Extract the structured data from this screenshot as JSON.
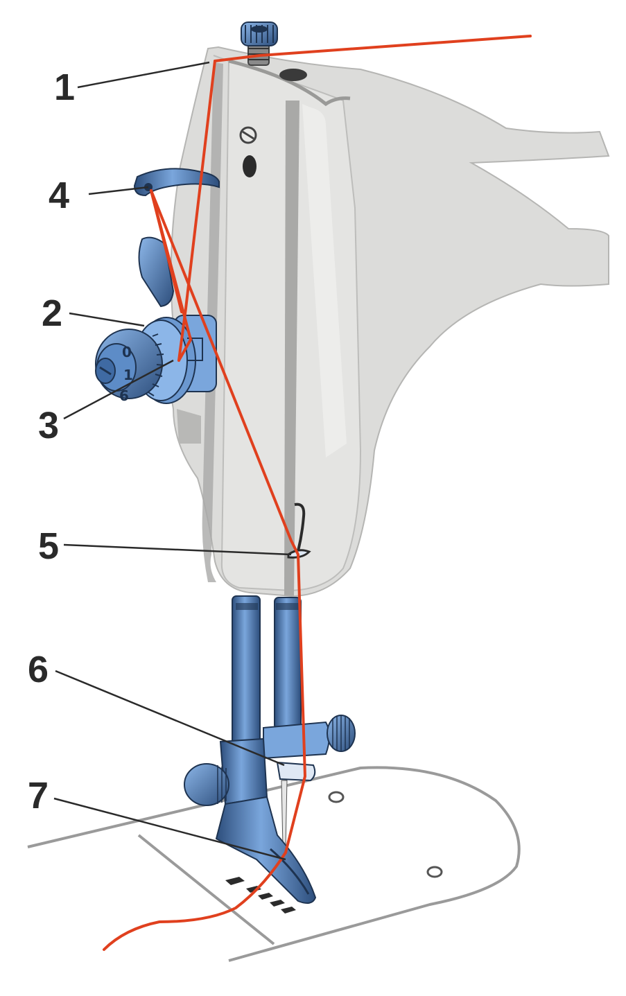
{
  "diagram": {
    "subject": "sewing machine upper thread path",
    "callouts": [
      {
        "number": "1"
      },
      {
        "number": "2"
      },
      {
        "number": "3"
      },
      {
        "number": "4"
      },
      {
        "number": "5"
      },
      {
        "number": "6"
      },
      {
        "number": "7"
      }
    ],
    "tension_dial_marks": [
      "0",
      "1",
      "6"
    ],
    "colors": {
      "background": "#ffffff",
      "machine_body": "#dcdcda",
      "machine_shadow": "#a9a9a7",
      "metal_blue": "#5d8cc7",
      "metal_dark": "#2d4e7c",
      "thread": "#e0401e",
      "needle_plate": "#ffffff"
    }
  }
}
